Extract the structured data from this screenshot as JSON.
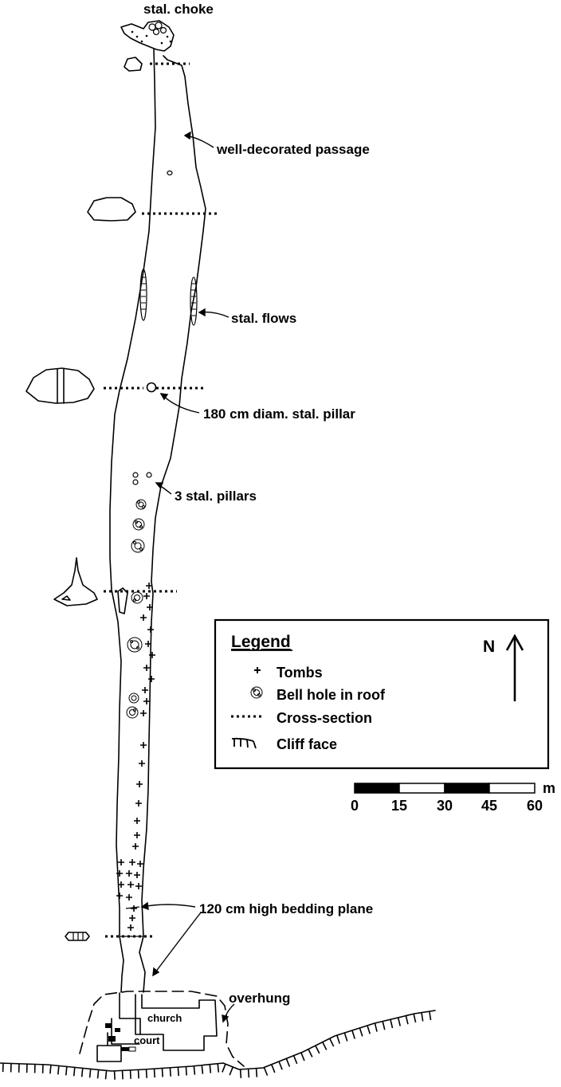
{
  "labels": {
    "stal_choke": "stal. choke",
    "well_decorated": "well-decorated passage",
    "stal_flows": "stal. flows",
    "pillar_180": "180 cm diam. stal. pillar",
    "three_pillars": "3 stal. pillars",
    "bedding_plane": "120 cm high bedding plane",
    "overhung": "overhung",
    "church": "church",
    "court": "court"
  },
  "legend": {
    "title": "Legend",
    "north": "N",
    "items": [
      {
        "symbol": "tomb-cross-icon",
        "label": "Tombs"
      },
      {
        "symbol": "bell-hole-icon",
        "label": "Bell hole in roof"
      },
      {
        "symbol": "cross-section-icon",
        "label": "Cross-section"
      },
      {
        "symbol": "cliff-face-icon",
        "label": "Cliff face"
      }
    ]
  },
  "scale": {
    "unit": "m",
    "ticks": [
      "0",
      "15",
      "30",
      "45",
      "60"
    ]
  },
  "colors": {
    "ink": "#000000",
    "paper": "#ffffff"
  }
}
